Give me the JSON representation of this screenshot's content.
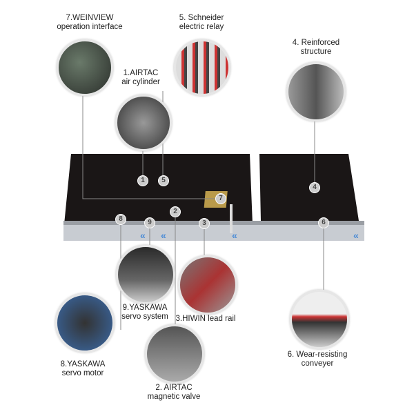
{
  "components": [
    {
      "num": "1",
      "label_line1": "1.AIRTAC",
      "label_line2": "air cylinder"
    },
    {
      "num": "2",
      "label_line1": "2. AIRTAC",
      "label_line2": "magnetic valve"
    },
    {
      "num": "3",
      "label_line1": "3.HIWIN lead rail",
      "label_line2": ""
    },
    {
      "num": "4",
      "label_line1": "4. Reinforced",
      "label_line2": "structure"
    },
    {
      "num": "5",
      "label_line1": "5. Schneider",
      "label_line2": "electric relay"
    },
    {
      "num": "6",
      "label_line1": "6. Wear-resisting",
      "label_line2": "conveyer"
    },
    {
      "num": "7",
      "label_line1": "7.WEINVIEW",
      "label_line2": "operation interface"
    },
    {
      "num": "8",
      "label_line1": "8.YASKAWA",
      "label_line2": "servo motor"
    },
    {
      "num": "9",
      "label_line1": "9.YASKAWA",
      "label_line2": "servo system"
    }
  ],
  "colors": {
    "panel": "#1a1616",
    "base": "#c8ccd2",
    "badge": "#cfcfcf",
    "line": "#888888"
  }
}
